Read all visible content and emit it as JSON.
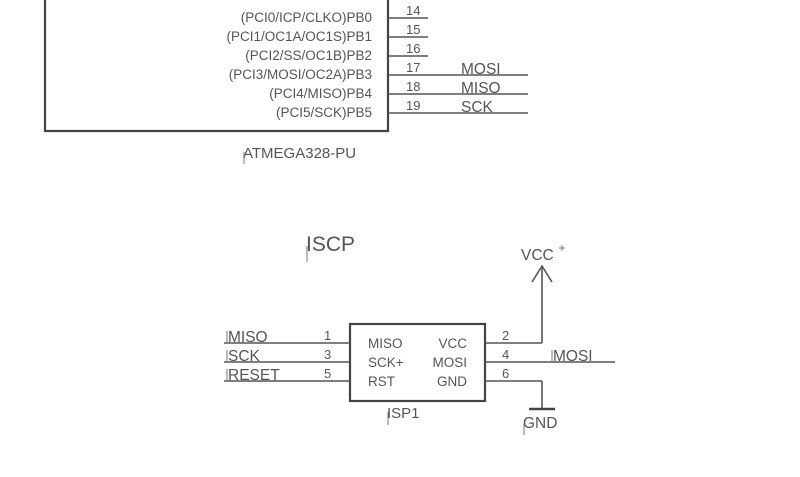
{
  "mcu": {
    "part_name": "ATMEGA328-PU",
    "pins": [
      {
        "label": "(PCI0/ICP/CLKO)PB0",
        "number": "14",
        "net": ""
      },
      {
        "label": "(PCI1/OC1A/OC1S)PB1",
        "number": "15",
        "net": ""
      },
      {
        "label": "(PCI2/SS/OC1B)PB2",
        "number": "16",
        "net": ""
      },
      {
        "label": "(PCI3/MOSI/OC2A)PB3",
        "number": "17",
        "net": "MOSI"
      },
      {
        "label": "(PCI4/MISO)PB4",
        "number": "18",
        "net": "MISO"
      },
      {
        "label": "(PCI5/SCK)PB5",
        "number": "19",
        "net": "SCK"
      }
    ]
  },
  "isp": {
    "title": "ISCP",
    "part_name": "ISP1",
    "left_pins": [
      {
        "net": "MISO",
        "number": "1",
        "label": "MISO"
      },
      {
        "net": "SCK",
        "number": "3",
        "label": "SCK+"
      },
      {
        "net": "RESET",
        "number": "5",
        "label": "RST"
      }
    ],
    "right_pins": [
      {
        "label": "VCC",
        "number": "2",
        "net": ""
      },
      {
        "label": "MOSI",
        "number": "4",
        "net": "MOSI"
      },
      {
        "label": "GND",
        "number": "6",
        "net": ""
      }
    ],
    "vcc_symbol": "VCC",
    "gnd_symbol": "GND"
  }
}
